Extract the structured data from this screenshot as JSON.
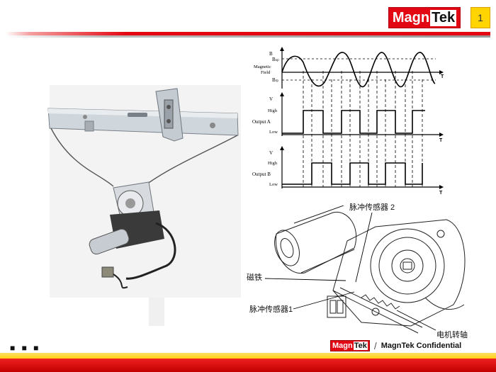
{
  "header": {
    "logo_part1": "Magn",
    "logo_part2": "Tek",
    "page_number": "1"
  },
  "waveform": {
    "panel1": {
      "axis_label": "B",
      "upper_level": "B",
      "upper_sub": "op",
      "lower_level": "B",
      "lower_sub": "rp",
      "signal_line1": "Magnetic",
      "signal_line2": "Field",
      "time_label": "T"
    },
    "panel2": {
      "axis_label": "V",
      "high": "High",
      "signal": "Output A",
      "low": "Low",
      "time_label": "T"
    },
    "panel3": {
      "axis_label": "V",
      "high": "High",
      "signal": "Output B",
      "low": "Low",
      "time_label": "T"
    }
  },
  "motor_diagram": {
    "sensor2": "脉冲传感器 2",
    "magnet": "磁铁",
    "sensor1": "脉冲传感器1",
    "motor_shaft": "电机转轴"
  },
  "footer": {
    "dots": "■ ■ ■",
    "logo_part1": "Magn",
    "logo_part2": "Tek",
    "confidential": "MagnTek Confidential"
  }
}
